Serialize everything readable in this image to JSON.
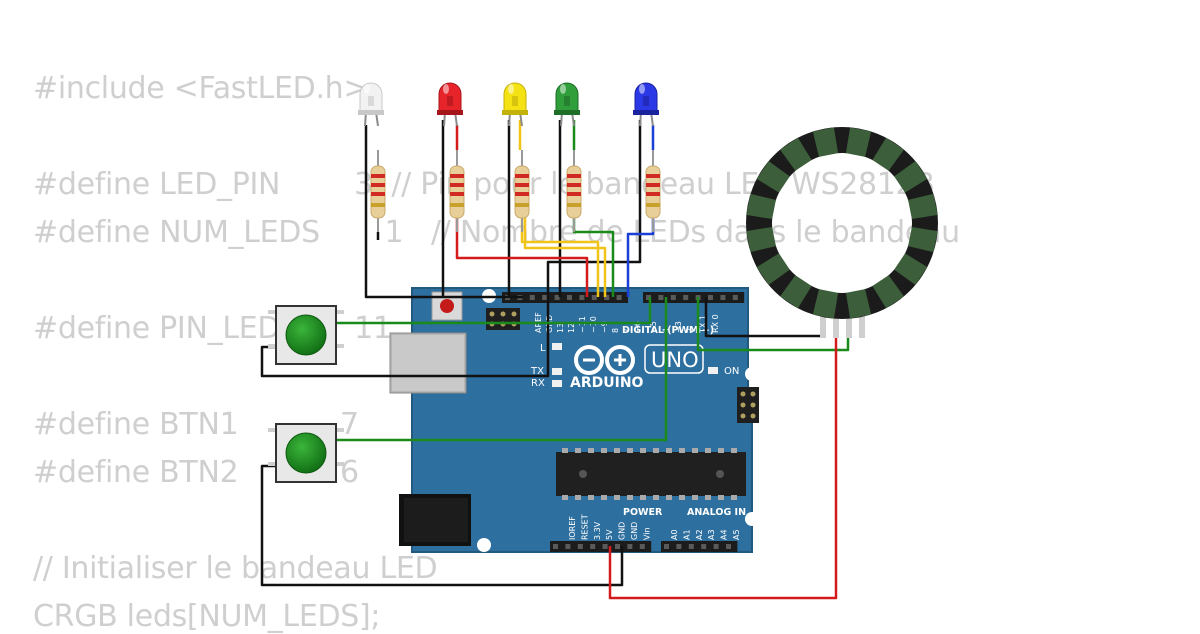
{
  "code_lines": [
    "#include <FastLED.h>",
    "",
    "#define LED_PIN        3  // Pin pour le bandeau LED WS2812B",
    "#define NUM_LEDS       1   // Nombre de LEDs dans le bandeau",
    "",
    "#define PIN_LED        11",
    "",
    "#define BTN1           7",
    "#define BTN2           6",
    "",
    "// Initialiser le bandeau LED",
    "CRGB leds[NUM_LEDS];"
  ],
  "arduino": {
    "logo_text": "ARDUINO",
    "model": "UNO",
    "digital_label": "DIGITAL (PWM ~)",
    "power_label": "POWER",
    "analog_label": "ANALOG IN",
    "on_label": "ON",
    "l_label": "L",
    "tx_label": "TX",
    "rx_label": "RX",
    "top_pins": [
      "AREF",
      "GND",
      "13",
      "12",
      "~11",
      "~10",
      "~9",
      "8",
      "7",
      "~6",
      "~5",
      "4",
      "~3",
      "2",
      "TX 1",
      "RX 0"
    ],
    "power_pins": [
      "IOREF",
      "RESET",
      "3.3V",
      "5V",
      "GND",
      "GND",
      "Vin"
    ],
    "analog_pins": [
      "A0",
      "A1",
      "A2",
      "A3",
      "A4",
      "A5"
    ]
  },
  "leds": [
    {
      "color_name": "white",
      "body": "#f2f2f2",
      "dark": "#c8c8c8"
    },
    {
      "color_name": "red",
      "body": "#e8242b",
      "dark": "#a5161b"
    },
    {
      "color_name": "yellow",
      "body": "#f5e215",
      "dark": "#c3b10c"
    },
    {
      "color_name": "green",
      "body": "#2f9e3b",
      "dark": "#1f6e28"
    },
    {
      "color_name": "blue",
      "body": "#2b38e6",
      "dark": "#1a229e"
    }
  ],
  "colors": {
    "board": "#2d6f9f",
    "board_edge": "#23597f",
    "wire_black": "#111111",
    "wire_red": "#d31b1b",
    "wire_green": "#1a8a1a",
    "wire_yellow": "#f0c419",
    "wire_blue": "#1a3fd6",
    "ring": "#1b1b1b",
    "ring_led": "#3c5e3a",
    "button_cap": "#1e8a1e"
  }
}
